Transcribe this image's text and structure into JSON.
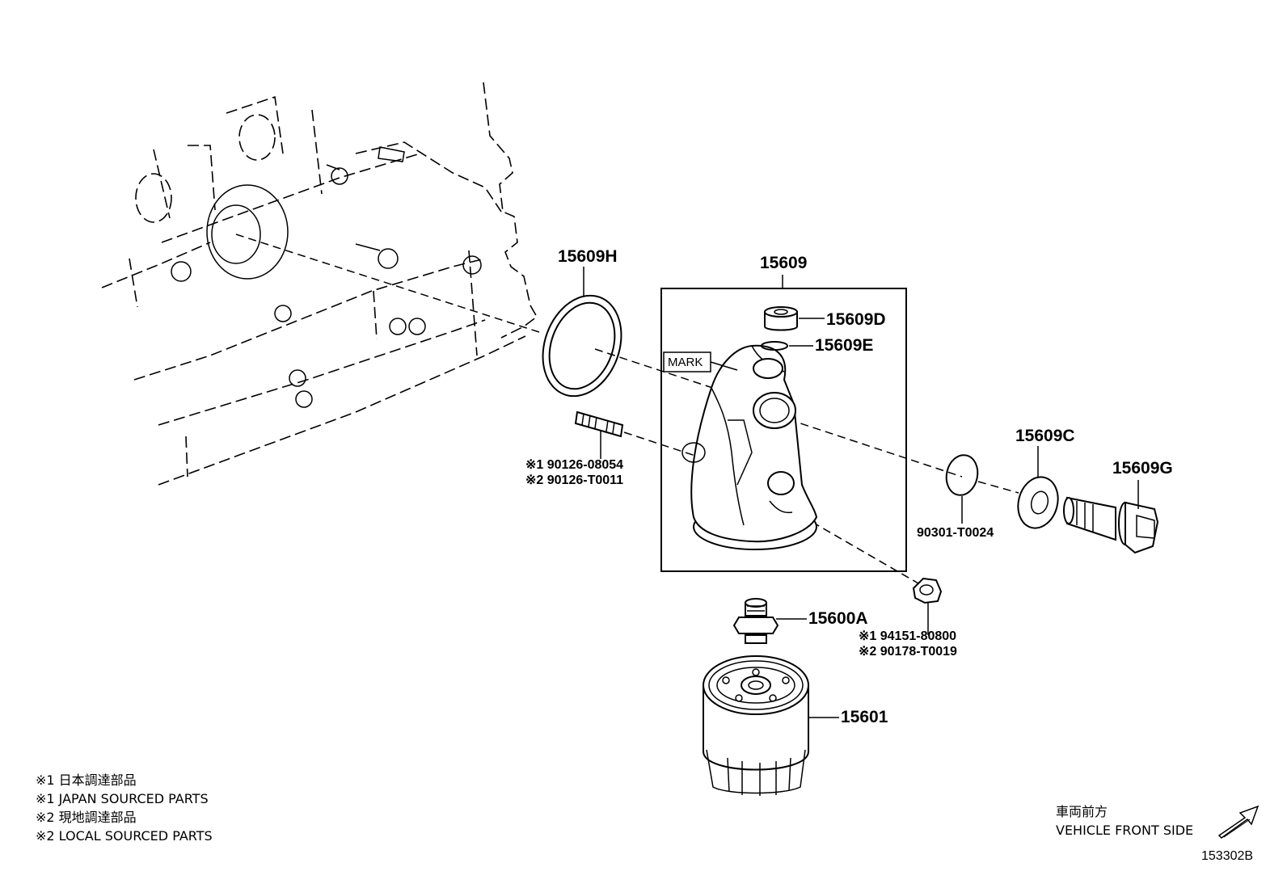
{
  "parts": {
    "oil_cooler_gasket": "15609H",
    "filter_bracket_assy": "15609",
    "union_plug": "15609D",
    "union_plug_gasket": "15609E",
    "mark_label": "MARK",
    "union_gasket": "15609C",
    "union_bolt": "15609G",
    "union_gasket_no": "90301-T0024",
    "stud_bolt_japan": "※1 90126-08054",
    "stud_bolt_local": "※2 90126-T0011",
    "filter_union": "15600A",
    "nut_japan": "※1 94151-80800",
    "nut_local": "※2 90178-T0019",
    "oil_filter": "15601"
  },
  "legend": [
    "※1 日本調達部品",
    "※1 JAPAN SOURCED PARTS",
    "※2 現地調達部品",
    "※2 LOCAL SOURCED PARTS"
  ],
  "direction": {
    "jp": "車両前方",
    "en": "VEHICLE FRONT SIDE"
  },
  "drawing_no": "153302B"
}
